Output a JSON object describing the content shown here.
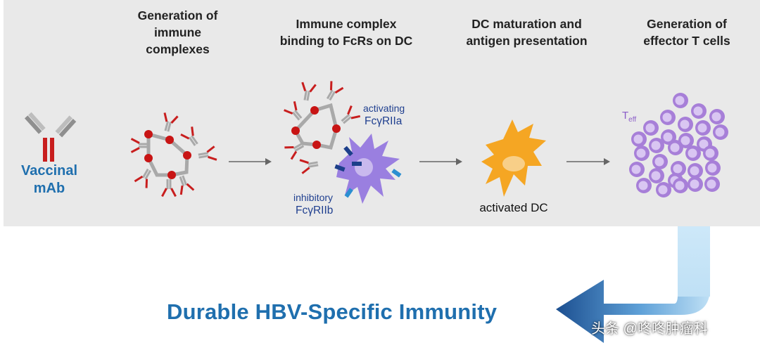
{
  "steps": [
    {
      "title_line1": "Generation of",
      "title_line2": "immune",
      "title_line3": "complexes"
    },
    {
      "title_line1": "Immune complex",
      "title_line2": "binding to FcRs on DC"
    },
    {
      "title_line1": "DC maturation and",
      "title_line2": "antigen presentation"
    },
    {
      "title_line1": "Generation of",
      "title_line2": "effector T cells"
    }
  ],
  "mab": {
    "line1": "Vaccinal",
    "line2": "mAb"
  },
  "receptors": {
    "activating_label": "activating",
    "activating_name": "FcγRIIa",
    "inhibitory_label": "inhibitory",
    "inhibitory_name": "FcγRIIb"
  },
  "activated_dc_label": "activated DC",
  "teff": {
    "main": "T",
    "sub": "eff"
  },
  "banner": "Durable HBV-Specific Immunity",
  "watermark": "头条 @咚咚肿瘤科",
  "colors": {
    "panel": "#e9e9e9",
    "antibody_heavy": "#c81e1e",
    "antibody_light": "#a9a9a9",
    "antigen": "#c81414",
    "dc_immature": "#9a7fe0",
    "dc_activated": "#f5a623",
    "t_cell": "#a77fd8",
    "receptor_activating": "#1c3f8a",
    "receptor_inhibitory": "#2b8fd1",
    "title_blue": "#1f6fae"
  }
}
